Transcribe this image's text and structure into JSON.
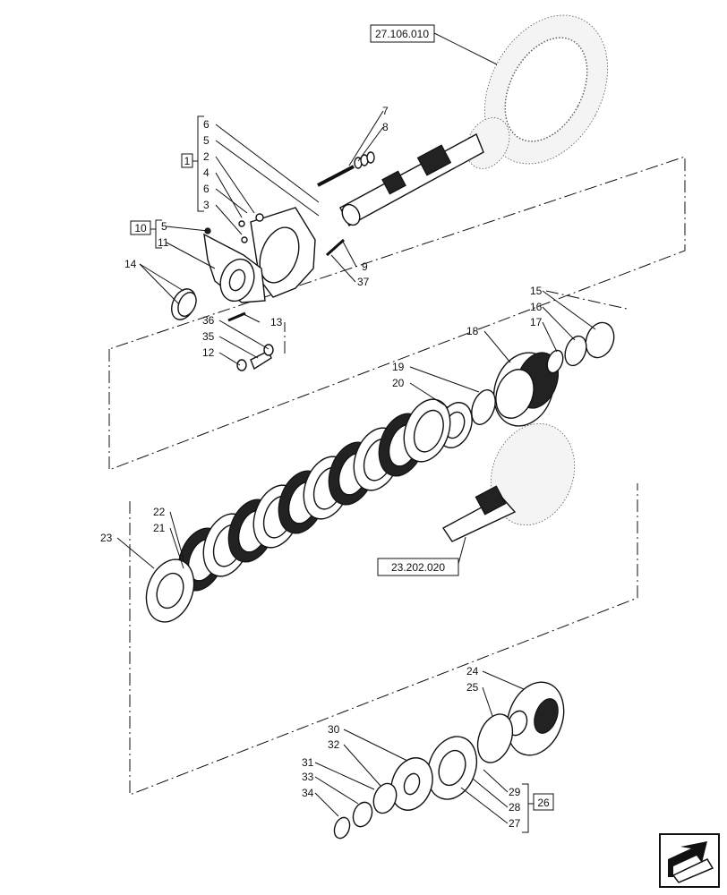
{
  "references": {
    "ref_top": "27.106.010",
    "ref_mid": "23.202.020",
    "ref_kit1": "1",
    "ref_kit10": "10",
    "ref_kit26": "26"
  },
  "callouts": {
    "c6a": "6",
    "c5a": "5",
    "c2": "2",
    "c4": "4",
    "c6b": "6",
    "c3": "3",
    "c7": "7",
    "c8": "8",
    "c5b": "5",
    "c11": "11",
    "c14": "14",
    "c9": "9",
    "c37": "37",
    "c13": "13",
    "c36": "36",
    "c35": "35",
    "c12": "12",
    "c15": "15",
    "c16": "16",
    "c17": "17",
    "c18": "18",
    "c19": "19",
    "c20": "20",
    "c22": "22",
    "c21": "21",
    "c23": "23",
    "c24": "24",
    "c25": "25",
    "c30": "30",
    "c32": "32",
    "c31": "31",
    "c33": "33",
    "c34": "34",
    "c29": "29",
    "c28": "28",
    "c27": "27"
  },
  "nav_icon": "next-page-arrow-icon"
}
